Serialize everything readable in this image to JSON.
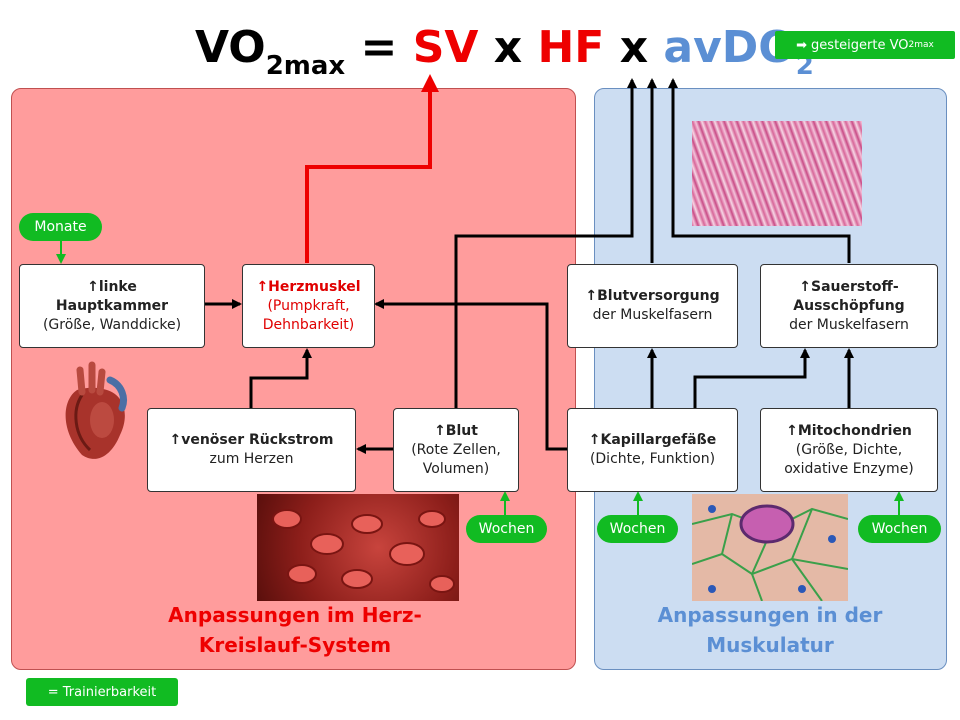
{
  "formula": {
    "vo": "VO",
    "vo_sub": "2max",
    "eq": " = ",
    "sv": "SV",
    "x1": " x ",
    "hf": "HF",
    "x2": " x ",
    "avdo": "avDO",
    "avdo_sub": "2"
  },
  "badge": {
    "arrow": "➡",
    "text": "gesteigerte VO",
    "sub": "2max"
  },
  "boxes": {
    "hauptkammer": {
      "title": "↑linke Hauptkammer",
      "sub": "(Größe, Wanddicke)"
    },
    "herzmuskel": {
      "title": "↑Herzmuskel",
      "sub": "(Pumpkraft, Dehnbarkeit)"
    },
    "rueckstrom": {
      "title": "↑venöser Rückstrom",
      "sub": "zum Herzen"
    },
    "blut": {
      "title": "↑Blut",
      "sub": "(Rote Zellen, Volumen)"
    },
    "blutversorgung": {
      "title": "↑Blutversorgung",
      "sub": "der Muskelfasern"
    },
    "sauerstoff": {
      "title": "↑Sauerstoff-Ausschöpfung",
      "sub": "der Muskelfasern"
    },
    "kapillar": {
      "title": "↑Kapillargefäße",
      "sub": "(Dichte, Funktion)"
    },
    "mitochondrien": {
      "title": "↑Mitochondrien",
      "sub": "(Größe, Dichte, oxidative Enzyme)"
    }
  },
  "pills": {
    "monate": "Monate",
    "wochen_blut": "Wochen",
    "wochen_kapillar": "Wochen",
    "wochen_mito": "Wochen"
  },
  "captions": {
    "left": "Anpassungen im Herz-Kreislauf-System",
    "right": "Anpassungen in der Muskulatur"
  },
  "legend": "= Trainierbarkeit",
  "colors": {
    "red": "#ee0000",
    "blue": "#5b8fd4",
    "green": "#11bb22",
    "panel_left": "#ff9c9c",
    "panel_right": "#ccddf2"
  }
}
